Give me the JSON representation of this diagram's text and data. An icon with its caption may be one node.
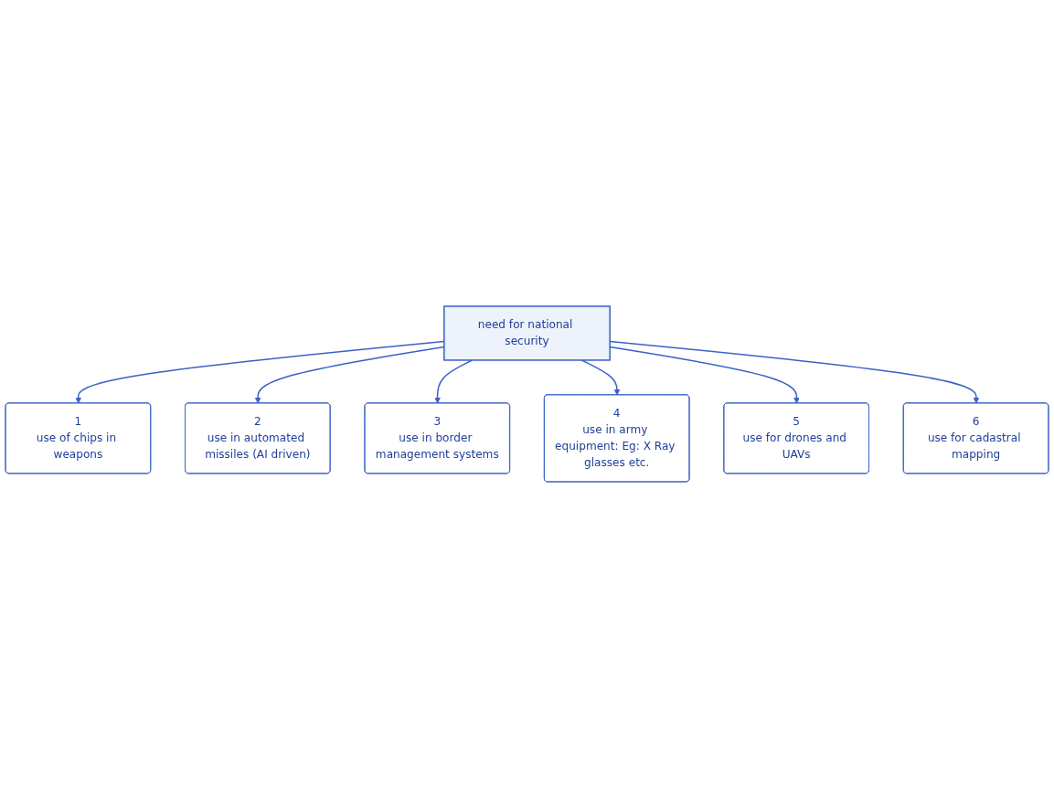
{
  "diagram": {
    "nodes": [
      {
        "text": [
          "need for national security"
        ]
      },
      {
        "text": [
          "1",
          "use of chips in weapons"
        ]
      },
      {
        "text": [
          "2",
          "use in automated missiles (AI driven)"
        ]
      },
      {
        "text": [
          "3",
          "use in border management systems"
        ]
      },
      {
        "text": [
          "4",
          "use in army equipment: Eg: X Ray glasses etc."
        ]
      },
      {
        "text": [
          "6",
          "use for cadastral mapping"
        ]
      },
      {
        "text": [
          "5",
          "use for drones and UAVs"
        ]
      }
    ],
    "edges": [
      {
        "from": 0,
        "to": 1,
        "arrow": "to"
      },
      {
        "from": 0,
        "to": 2,
        "arrow": "to"
      },
      {
        "from": 0,
        "to": 3,
        "arrow": "to"
      },
      {
        "from": 0,
        "to": 4,
        "arrow": "to"
      },
      {
        "from": 0,
        "to": 6,
        "arrow": "to"
      },
      {
        "from": 0,
        "to": 5,
        "arrow": "to"
      }
    ]
  }
}
